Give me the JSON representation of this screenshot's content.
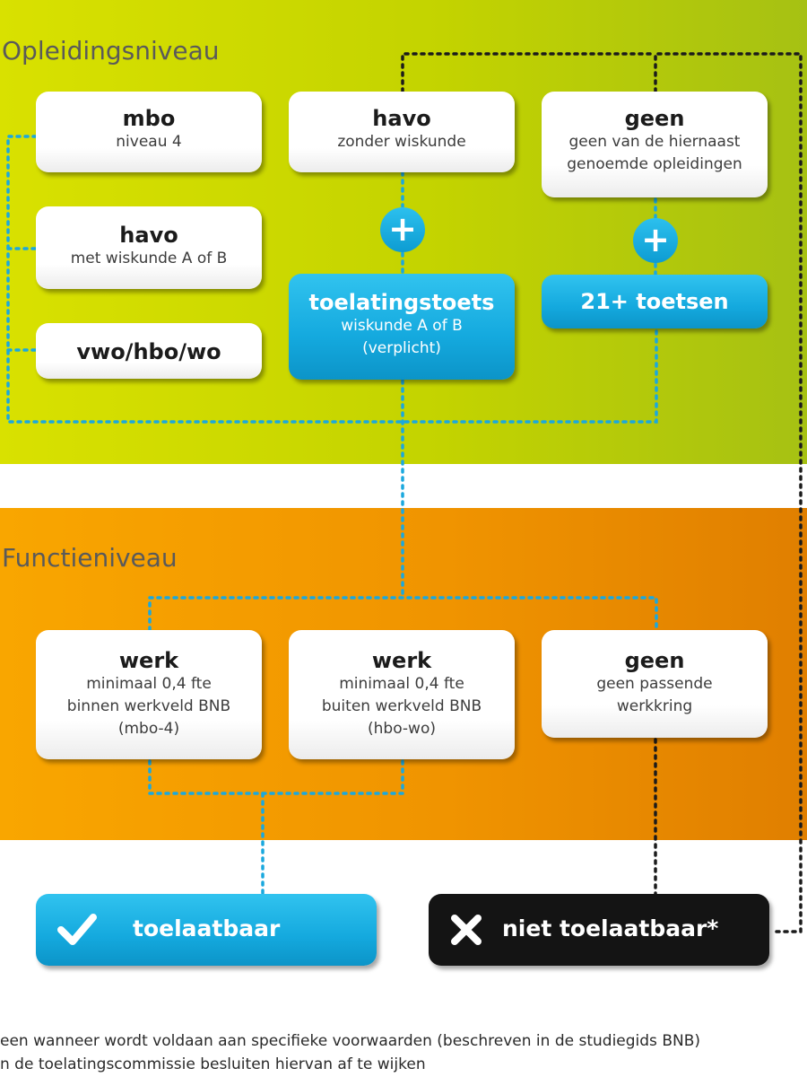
{
  "sections": {
    "education_title": "Opleidingsniveau",
    "function_title": "Functieniveau"
  },
  "education": {
    "mbo": {
      "title": "mbo",
      "sub": "niveau 4"
    },
    "havo_math": {
      "title": "havo",
      "sub": "met wiskunde A of B"
    },
    "vwo": {
      "title": "vwo/hbo/wo"
    },
    "havo_nomath": {
      "title": "havo",
      "sub": "zonder wiskunde"
    },
    "toets": {
      "title": "toelatingstoets",
      "sub1": "wiskunde A of B",
      "sub2": "(verplicht)"
    },
    "geen": {
      "title": "geen",
      "sub1": "geen van de hiernaast",
      "sub2": "genoemde opleidingen"
    },
    "toetsen21": {
      "title": "21+ toetsen"
    },
    "plus_symbol": "+"
  },
  "function": {
    "werk_binnen": {
      "title": "werk",
      "sub1": "minimaal 0,4 fte",
      "sub2": "binnen werkveld BNB",
      "sub3": "(mbo-4)"
    },
    "werk_buiten": {
      "title": "werk",
      "sub1": "minimaal 0,4 fte",
      "sub2": "buiten werkveld BNB",
      "sub3": "(hbo-wo)"
    },
    "geen": {
      "title": "geen",
      "sub1": "geen passende",
      "sub2": "werkkring"
    }
  },
  "outcomes": {
    "admissible": "toelaatbaar",
    "not_admissible": "niet toelaatbaar*"
  },
  "footnote": {
    "line1": "een wanneer wordt voldaan aan specifieke voorwaarden (beschreven in de studiegids BNB)",
    "line2": "n de toelatingscommissie besluiten hiervan af te wijken"
  },
  "colors": {
    "green": "#c3d300",
    "orange": "#f09400",
    "blue": "#14a9de",
    "black": "#141414",
    "dots_blue": "#1aa8de",
    "dots_black": "#1b1b1b"
  },
  "icons": {
    "admissible": "check-icon",
    "not_admissible": "cross-icon"
  }
}
